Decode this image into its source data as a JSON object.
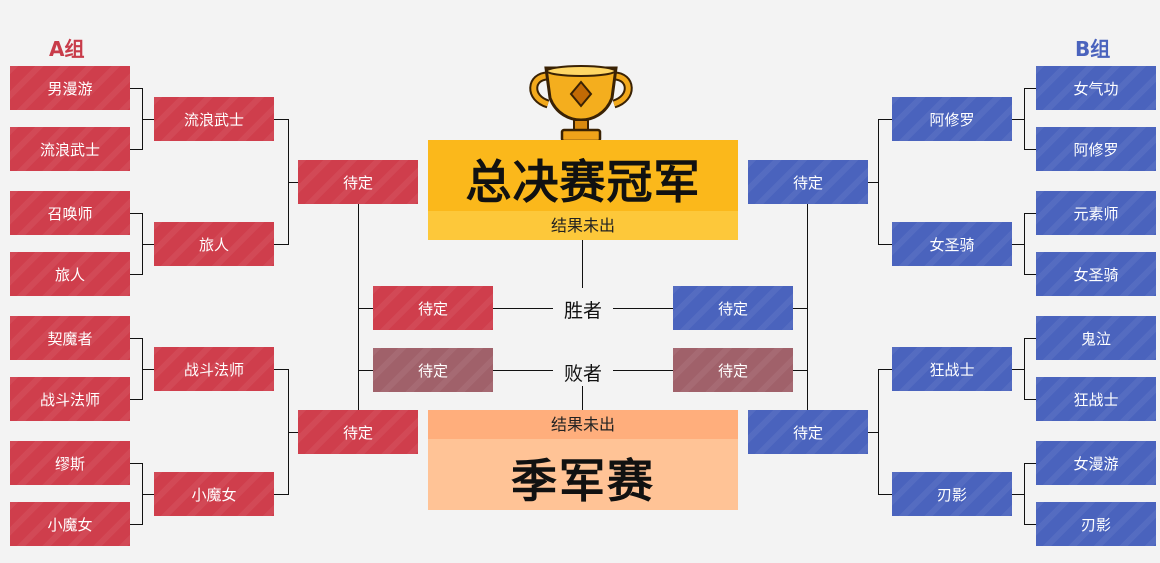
{
  "groups": {
    "a_title": "A组",
    "b_title": "B组",
    "a_color": "#c83c4a",
    "b_color": "#4a63bd"
  },
  "group_a": {
    "round1": [
      "男漫游",
      "流浪武士",
      "召唤师",
      "旅人",
      "契魔者",
      "战斗法师",
      "缪斯",
      "小魔女"
    ],
    "round2": [
      "流浪武士",
      "旅人",
      "战斗法师",
      "小魔女"
    ],
    "semi": [
      "待定",
      "待定"
    ]
  },
  "group_b": {
    "round1": [
      "女气功",
      "阿修罗",
      "元素师",
      "女圣骑",
      "鬼泣",
      "狂战士",
      "女漫游",
      "刃影"
    ],
    "round2": [
      "阿修罗",
      "女圣骑",
      "狂战士",
      "刃影"
    ],
    "semi": [
      "待定",
      "待定"
    ]
  },
  "center": {
    "trophy_icon": "trophy-icon",
    "final_title": "总决赛冠军",
    "final_result": "结果未出",
    "winner_label": "胜者",
    "loser_label": "败者",
    "winner_left": "待定",
    "winner_right": "待定",
    "loser_left": "待定",
    "loser_right": "待定",
    "third_result": "结果未出",
    "third_title": "季军赛"
  }
}
